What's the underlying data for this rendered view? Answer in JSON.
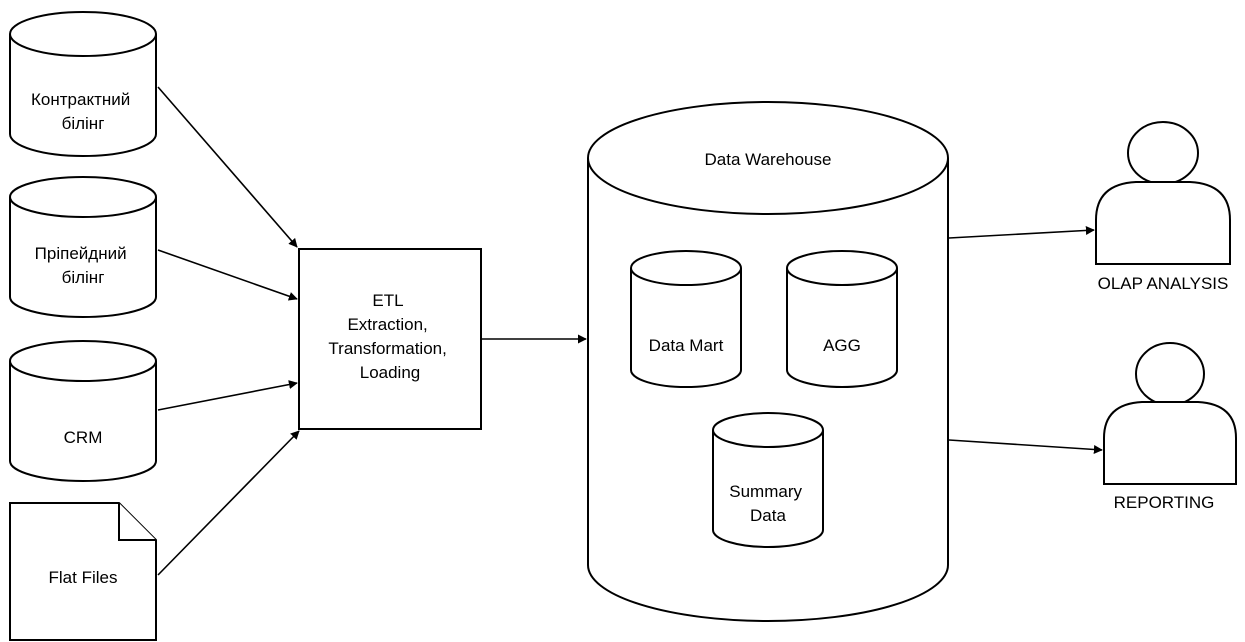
{
  "sources": [
    {
      "id": "contract-billing",
      "lines": [
        "Контрактний",
        "білінг"
      ]
    },
    {
      "id": "prepaid-billing",
      "lines": [
        "Прiпейдний",
        "білінг"
      ]
    },
    {
      "id": "crm",
      "lines": [
        "CRM"
      ]
    },
    {
      "id": "flat-files",
      "lines": [
        "Flat Files"
      ]
    }
  ],
  "etl": {
    "lines": [
      "ETL",
      "Extraction,",
      "Transformation,",
      "Loading"
    ]
  },
  "warehouse": {
    "title": "Data Warehouse",
    "components": [
      {
        "id": "data-mart",
        "lines": [
          "Data Mart"
        ]
      },
      {
        "id": "agg",
        "lines": [
          "AGG"
        ]
      },
      {
        "id": "summary-data",
        "lines": [
          "Summary",
          "Data"
        ]
      }
    ]
  },
  "consumers": [
    {
      "id": "olap-analysis",
      "label": "OLAP ANALYSIS"
    },
    {
      "id": "reporting",
      "label": "REPORTING"
    }
  ]
}
